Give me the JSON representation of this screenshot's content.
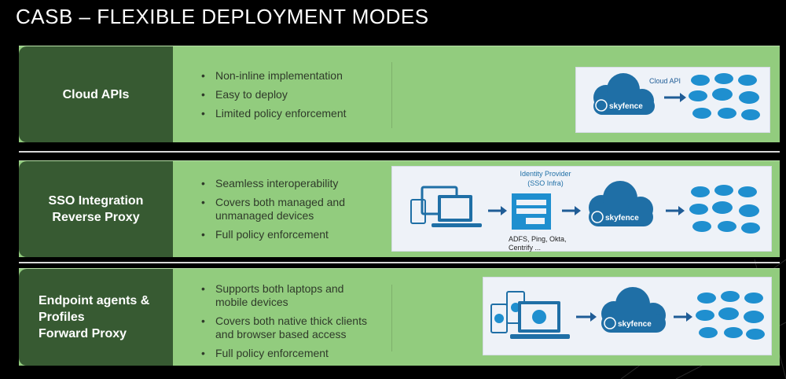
{
  "title": "CASB – FLEXIBLE DEPLOYMENT MODES",
  "colors": {
    "row_bg": "#92cc7e",
    "label_bg": "#375a32",
    "cloud_blue": "#1f6fa6",
    "arrow_blue": "#1f5c96"
  },
  "rows": [
    {
      "label_lines": [
        "Cloud APIs"
      ],
      "bullets": [
        "Non-inline implementation",
        "Easy to deploy",
        "Limited policy enforcement"
      ],
      "diagram": {
        "arrow_label": "Cloud API",
        "brand": "skyfence"
      }
    },
    {
      "label_lines": [
        "SSO Integration",
        "Reverse Proxy"
      ],
      "bullets": [
        "Seamless interoperability",
        "Covers both managed and unmanaged devices",
        "Full policy enforcement"
      ],
      "diagram": {
        "idp_title_1": "Identity Provider",
        "idp_title_2": "(SSO Infra)",
        "idp_caption_1": "ADFS, Ping, Okta,",
        "idp_caption_2": "Centrify ...",
        "brand": "skyfence"
      }
    },
    {
      "label_lines": [
        "Endpoint agents &",
        "Profiles",
        "Forward Proxy"
      ],
      "bullets": [
        "Supports both laptops and mobile devices",
        "Covers both native thick clients and browser based access",
        "Full policy enforcement"
      ],
      "diagram": {
        "brand": "skyfence"
      }
    }
  ]
}
